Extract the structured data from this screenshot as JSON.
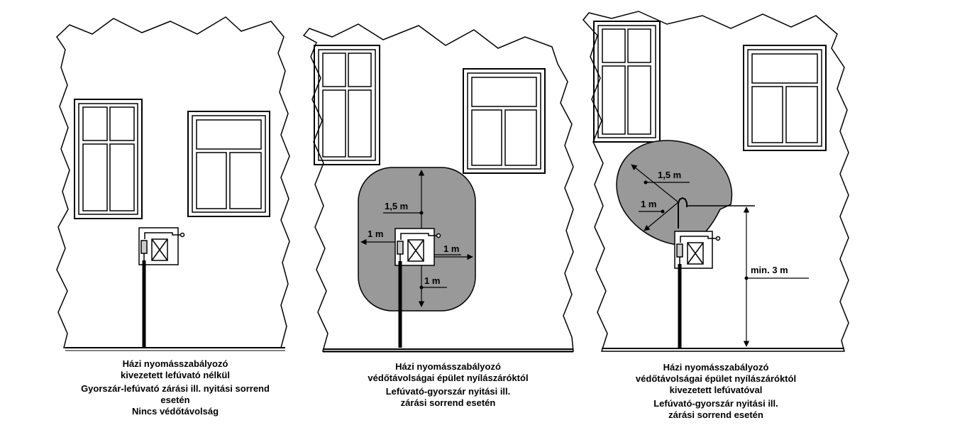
{
  "panels": [
    {
      "id": "left",
      "caption_lines": [
        "Házi nyomásszabályozó",
        "kivezetett lefúvató nélkül",
        "Gyorszár-lefúvató zárási ill. nyitási sorrend",
        "esetén",
        "Nincs védőtávolság"
      ]
    },
    {
      "id": "middle",
      "labels": {
        "top": "1,5 m",
        "left": "1 m",
        "right": "1 m",
        "bottom": "1 m"
      },
      "caption_lines": [
        "Házi nyomásszabályozó",
        "védőtávolságai épület nyílászáróktól",
        "Lefúvató-gyorszár nyitási ill.",
        "zárási sorrend esetén"
      ]
    },
    {
      "id": "right",
      "labels": {
        "upper": "1,5 m",
        "lower": "1 m",
        "height": "min. 3 m"
      },
      "caption_lines": [
        "Házi nyomásszabályozó",
        "védőtávolságai épület nyílászáróktól",
        "kivezetett lefúvatóval",
        "Lefúvató-gyorszár nyitási ill.",
        "zárási sorrend esetén"
      ]
    }
  ],
  "colors": {
    "zone": "#999999",
    "line": "#000000",
    "wall": "#ffffff"
  }
}
